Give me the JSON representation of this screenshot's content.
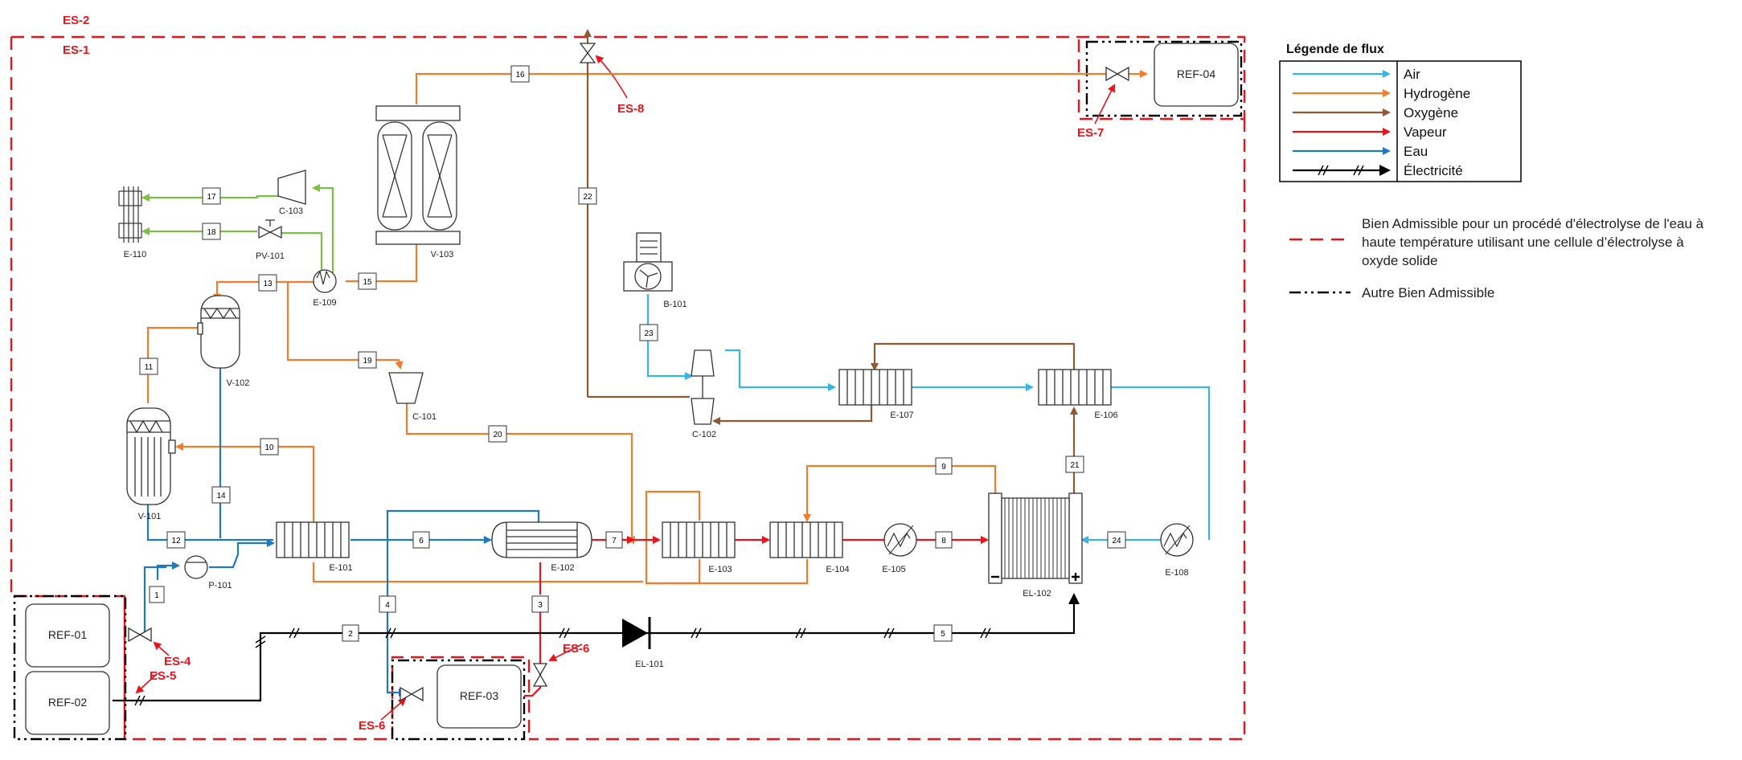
{
  "legend": {
    "title": "Légende de flux",
    "items": [
      {
        "label": "Air",
        "color": "#38b4e6"
      },
      {
        "label": "Hydrogène",
        "color": "#ef7d2d"
      },
      {
        "label": "Oxygène",
        "color": "#8d5a33"
      },
      {
        "label": "Vapeur",
        "color": "#e8141b"
      },
      {
        "label": "Eau",
        "color": "#1f78c1"
      },
      {
        "label": "Électricité",
        "color": "#000000"
      }
    ]
  },
  "notes": {
    "red_boundary_line1": "Bien Admissible pour un procédé d'électrolyse de l'eau à",
    "red_boundary_line2": "haute température utilisant une cellule d’électrolyse à",
    "red_boundary_line3": "oxyde solide",
    "black_boundary": "Autre Bien Admissible"
  },
  "boundaries": {
    "es2": "ES-2",
    "es1": "ES-1",
    "es4": "ES-4",
    "es5": "ES-5",
    "es6a": "ES-6",
    "es6b": "ES-6",
    "es7": "ES-7",
    "es8": "ES-8"
  },
  "refs": {
    "ref01": "REF-01",
    "ref02": "REF-02",
    "ref03": "REF-03",
    "ref04": "REF-04"
  },
  "equipment": {
    "e110": "E-110",
    "pv101": "PV-101",
    "c103": "C-103",
    "e109": "E-109",
    "v103": "V-103",
    "v102": "V-102",
    "v101": "V-101",
    "c101": "C-101",
    "b101": "B-101",
    "c102": "C-102",
    "e107": "E-107",
    "e106": "E-106",
    "e101": "E-101",
    "p101": "P-101",
    "e102": "E-102",
    "e103": "E-103",
    "e104": "E-104",
    "e105": "E-105",
    "el102": "EL-102",
    "e108": "E-108",
    "el101": "EL-101"
  },
  "streams": [
    "1",
    "2",
    "3",
    "4",
    "5",
    "6",
    "7",
    "8",
    "9",
    "10",
    "11",
    "12",
    "13",
    "14",
    "15",
    "16",
    "17",
    "18",
    "19",
    "20",
    "21",
    "22",
    "23",
    "24"
  ]
}
